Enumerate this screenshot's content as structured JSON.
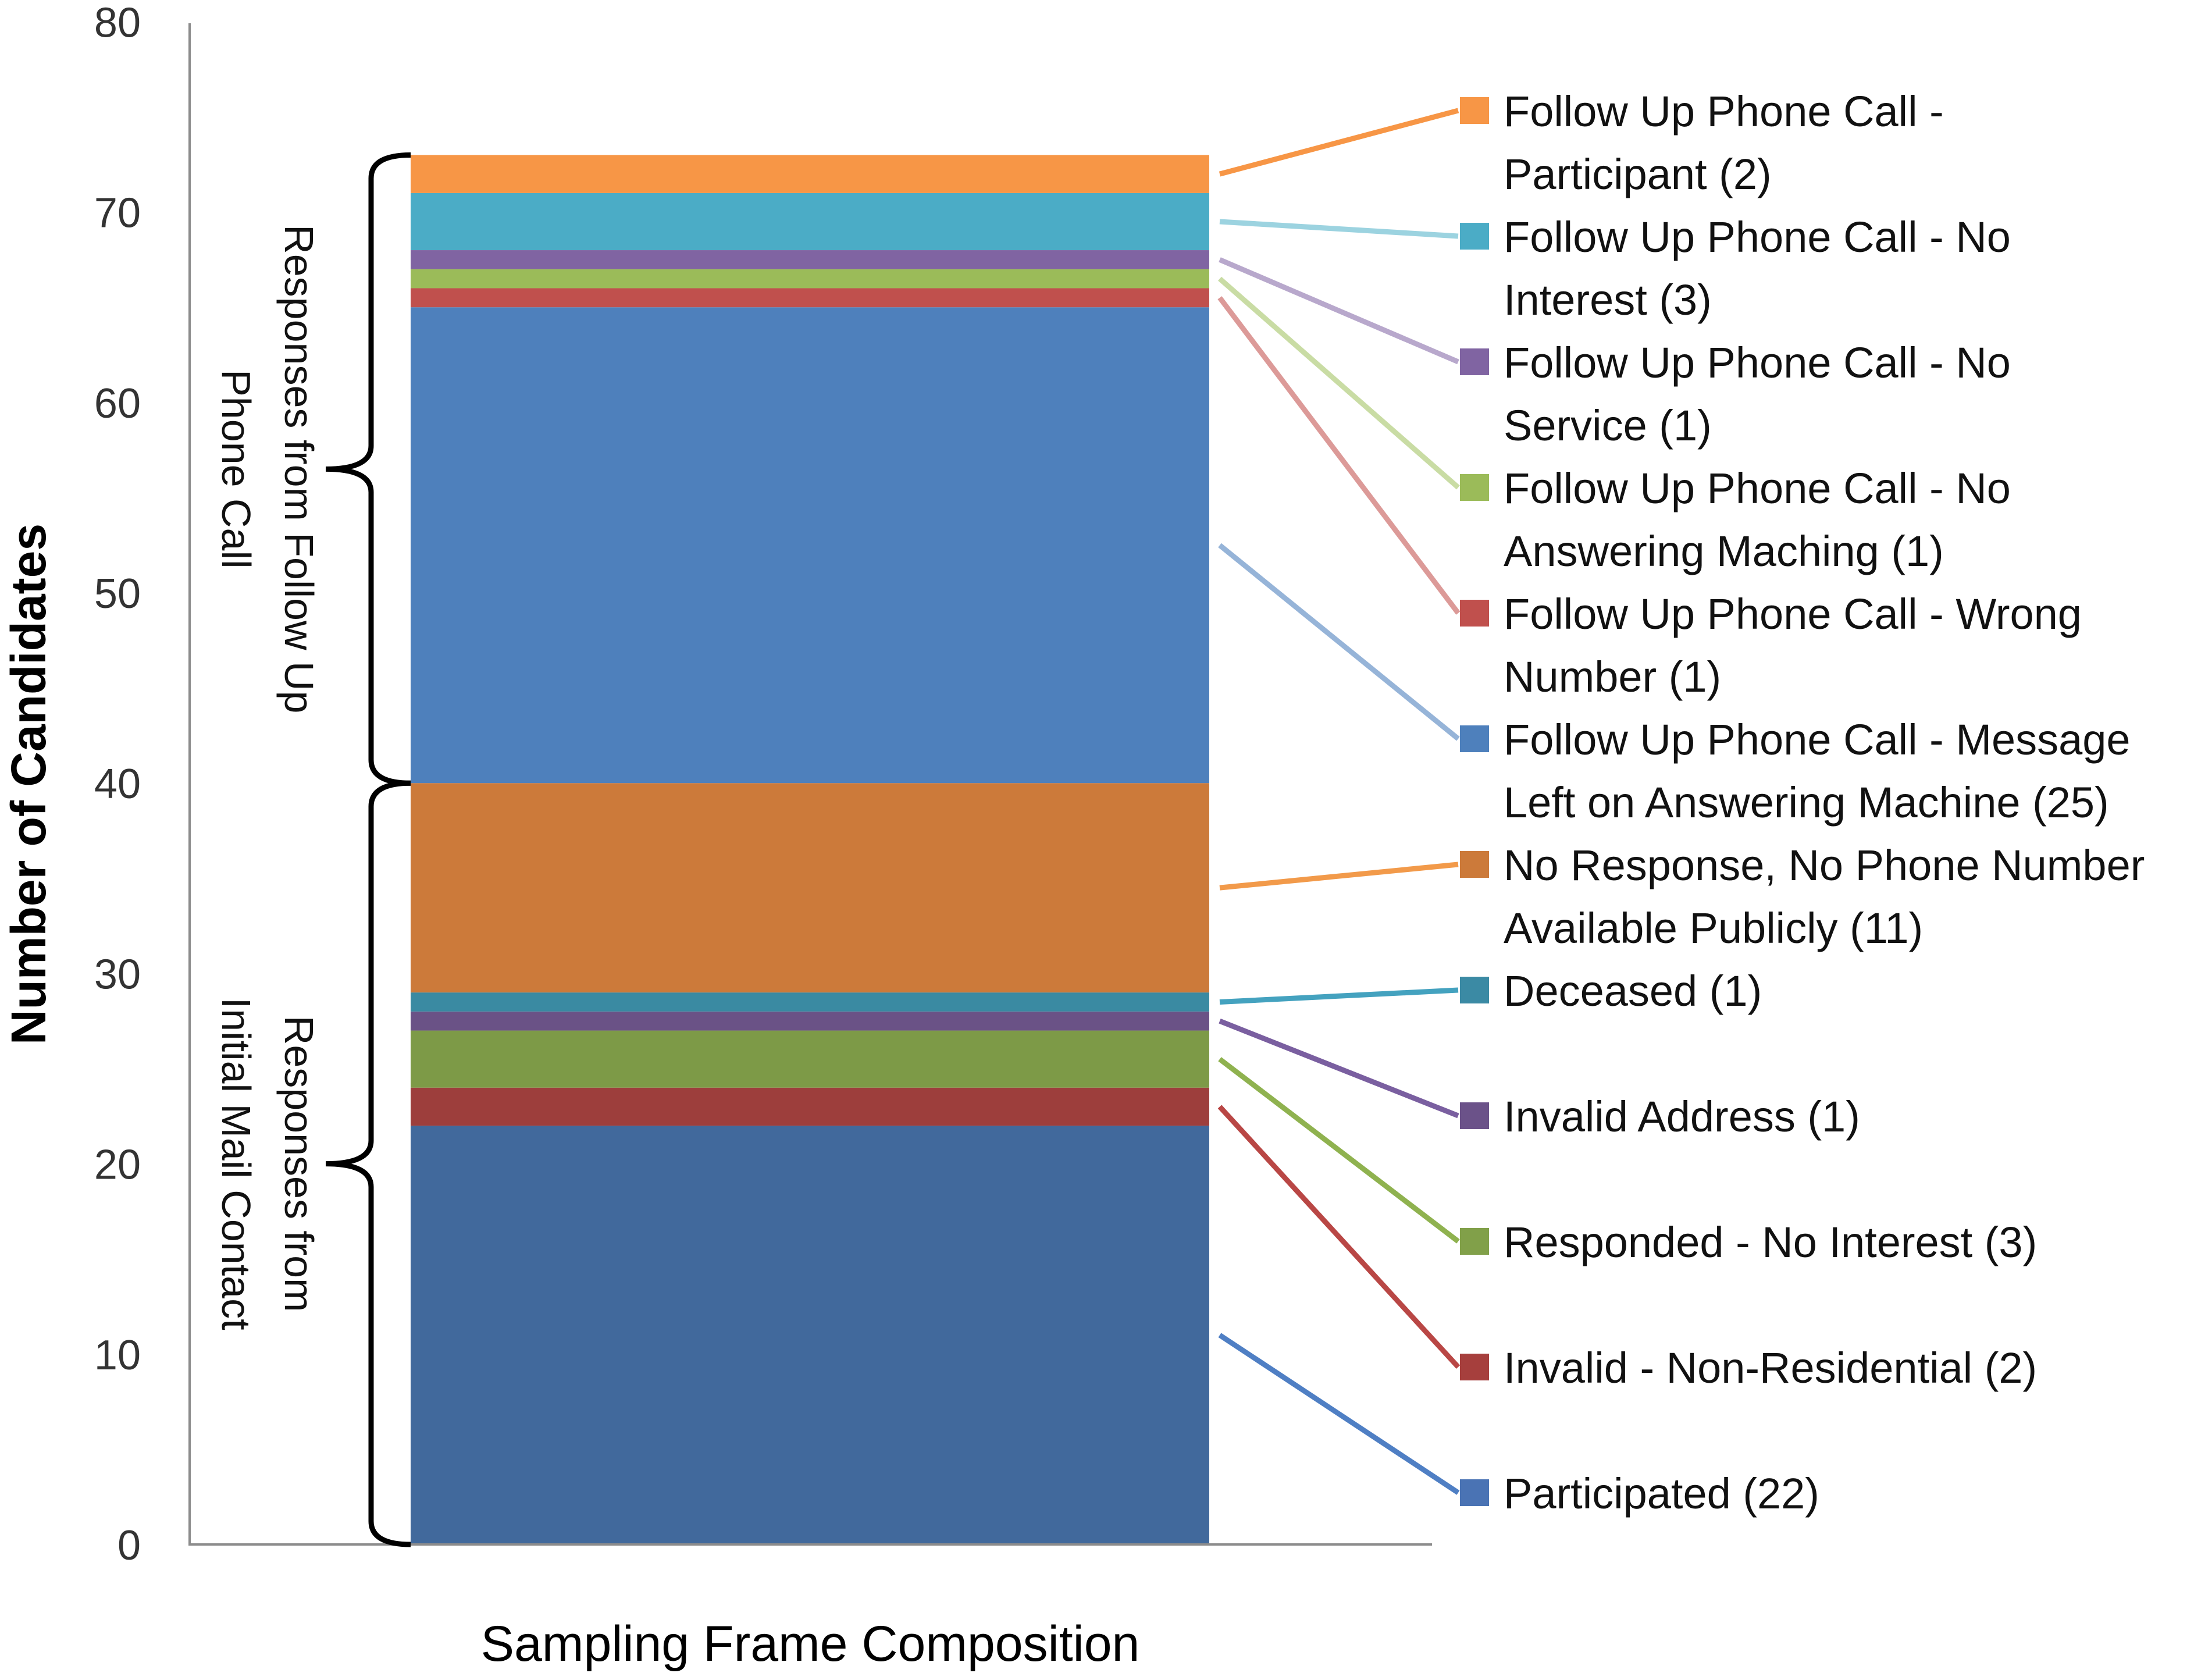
{
  "chart_data": {
    "type": "bar",
    "stacked": true,
    "categories": [
      "Sampling Frame Composition"
    ],
    "xlabel": "Sampling Frame Composition",
    "ylabel": "Number of Candidates",
    "ylim": [
      0,
      80
    ],
    "yticks": [
      0,
      10,
      20,
      30,
      40,
      50,
      60,
      70,
      80
    ],
    "grid": false,
    "legend_position": "right",
    "series": [
      {
        "name": "Participated (22)",
        "values": [
          22
        ],
        "color": "#41699c",
        "legend_color": "#4a73b4",
        "leader_color": "#4f7fc4"
      },
      {
        "name": "Invalid - Non-Residential (2)",
        "values": [
          2
        ],
        "color": "#9d3e3c",
        "legend_color": "#a63f3d",
        "leader_color": "#b94745"
      },
      {
        "name": "Responded - No Interest (3)",
        "values": [
          3
        ],
        "color": "#7d9a47",
        "legend_color": "#81a049",
        "leader_color": "#8fb24f"
      },
      {
        "name": "Invalid Address (1)",
        "values": [
          1
        ],
        "color": "#6a5286",
        "legend_color": "#6b5289",
        "leader_color": "#7a5fa0"
      },
      {
        "name": "Deceased (1)",
        "values": [
          1
        ],
        "color": "#3a8aa2",
        "legend_color": "#3b8aa4",
        "leader_color": "#44a2bf"
      },
      {
        "name": "No Response, No Phone Number Available Publicly (11)",
        "values": [
          11
        ],
        "color": "#cc7a3a",
        "legend_color": "#cc7a3a",
        "leader_color": "#f29a4a"
      },
      {
        "name": "Follow Up Phone Call - Message Left on Answering Machine (25)",
        "values": [
          25
        ],
        "color": "#4e80bc",
        "legend_color": "#4e80bc",
        "leader_color": "#96b4d8"
      },
      {
        "name": "Follow Up Phone Call - Wrong Number (1)",
        "values": [
          1
        ],
        "color": "#c0504d",
        "legend_color": "#c0504d",
        "leader_color": "#dc9a98"
      },
      {
        "name": "Follow Up Phone Call - No Answering Maching (1)",
        "values": [
          1
        ],
        "color": "#9bbb59",
        "legend_color": "#9bbb59",
        "leader_color": "#c9dca4"
      },
      {
        "name": "Follow Up Phone Call - No Service (1)",
        "values": [
          1
        ],
        "color": "#8064a2",
        "legend_color": "#8064a2",
        "leader_color": "#b8a8cc"
      },
      {
        "name": "Follow Up Phone Call - No Interest (3)",
        "values": [
          3
        ],
        "color": "#4bacc6",
        "legend_color": "#4bacc6",
        "leader_color": "#9cd3e0"
      },
      {
        "name": "Follow Up Phone Call - Participant (2)",
        "values": [
          2
        ],
        "color": "#f79646",
        "legend_color": "#f79646",
        "leader_color": "#f79646"
      }
    ],
    "legend_lines": [
      [
        "Follow Up Phone Call -",
        "Participant (2)"
      ],
      [
        "Follow Up Phone Call - No",
        "Interest (3)"
      ],
      [
        "Follow Up Phone Call - No",
        "Service (1)"
      ],
      [
        "Follow Up Phone Call - No",
        "Answering Maching (1)"
      ],
      [
        "Follow Up Phone Call - Wrong",
        "Number (1)"
      ],
      [
        "Follow Up Phone Call - Message",
        "Left on Answering Machine (25)"
      ],
      [
        "No Response,  No Phone Number",
        "Available Publicly (11)"
      ],
      [
        "Deceased (1)"
      ],
      [
        "Invalid Address (1)"
      ],
      [
        "Responded - No Interest (3)"
      ],
      [
        "Invalid - Non-Residential (2)"
      ],
      [
        "Participated (22)"
      ]
    ],
    "annotations": [
      {
        "lines": [
          "Responses from Follow Up",
          "Phone Call"
        ],
        "range": [
          40,
          73
        ]
      },
      {
        "lines": [
          "Responses from",
          "Initial Mail Contact"
        ],
        "range": [
          0,
          40
        ]
      }
    ]
  }
}
